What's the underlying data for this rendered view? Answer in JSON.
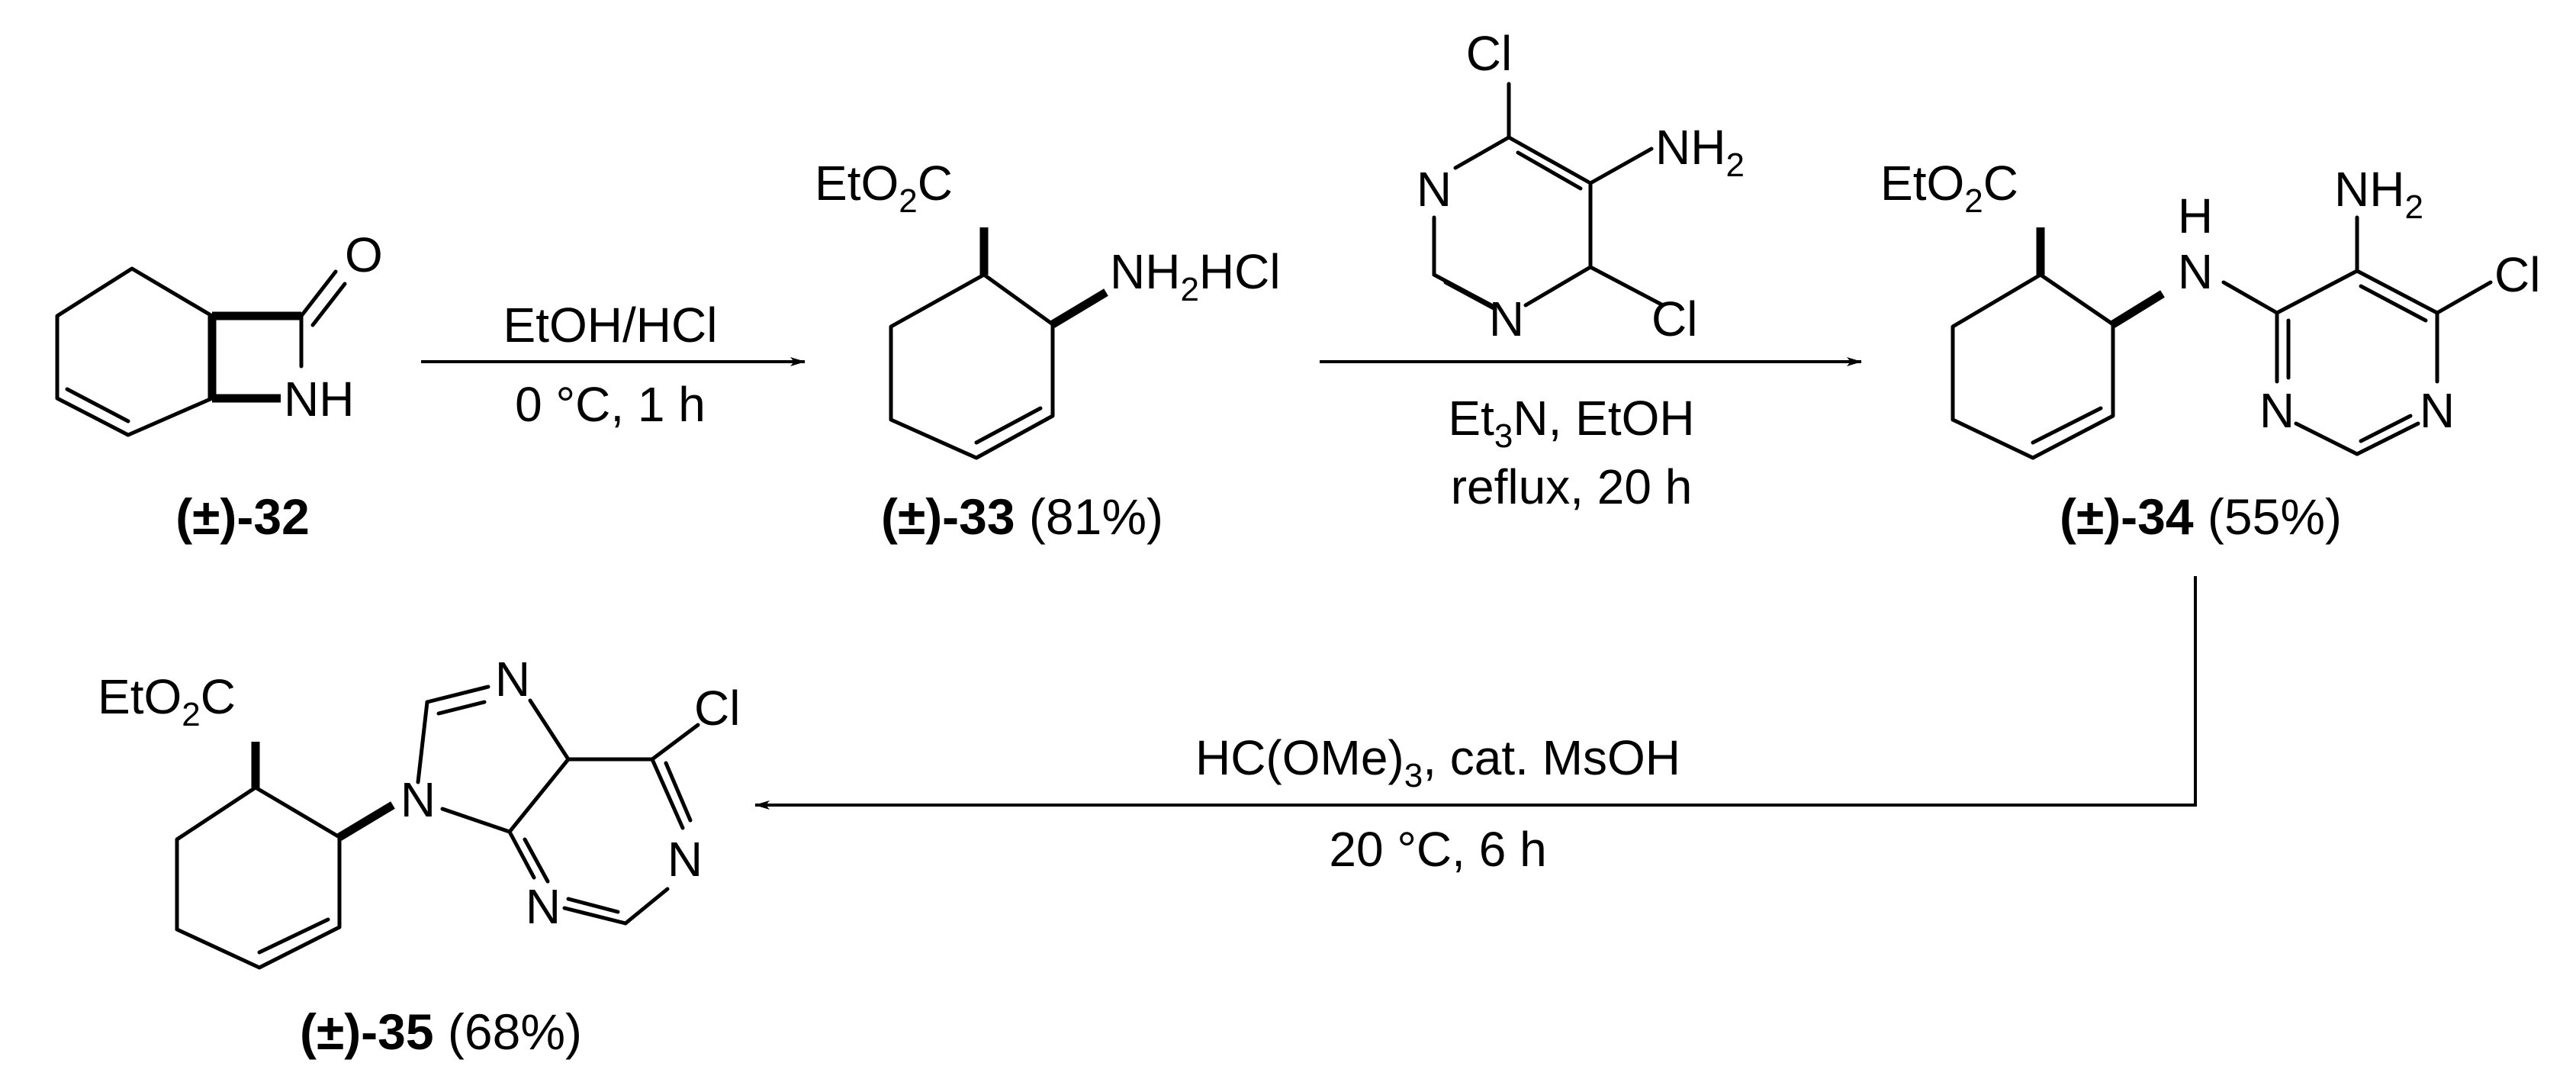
{
  "atoms": {
    "O": "O",
    "NH": "NH",
    "N": "N",
    "H": "H",
    "Cl": "Cl",
    "EtO": "EtO",
    "O2C_sub": "2",
    "C": "C",
    "NH2": "NH",
    "two": "2",
    "HCl": "HCl"
  },
  "step1": {
    "line1": "EtOH/HCl",
    "line2": "0 °C, 1 h"
  },
  "step2": {
    "line1_a": "Et",
    "line1_sub": "3",
    "line1_b": "N, EtOH",
    "line2": "reflux, 20 h"
  },
  "step3": {
    "line1_a": "HC(OMe)",
    "line1_sub": "3",
    "line1_b": ", cat. MsOH",
    "line2": "20 °C, 6 h"
  },
  "compounds": {
    "c32": {
      "id": "(±)-32",
      "yield": ""
    },
    "c33": {
      "id": "(±)-33",
      "yield": "(81%)"
    },
    "c34": {
      "id": "(±)-34",
      "yield": "(55%)"
    },
    "c35": {
      "id": "(±)-35",
      "yield": "(68%)"
    }
  }
}
